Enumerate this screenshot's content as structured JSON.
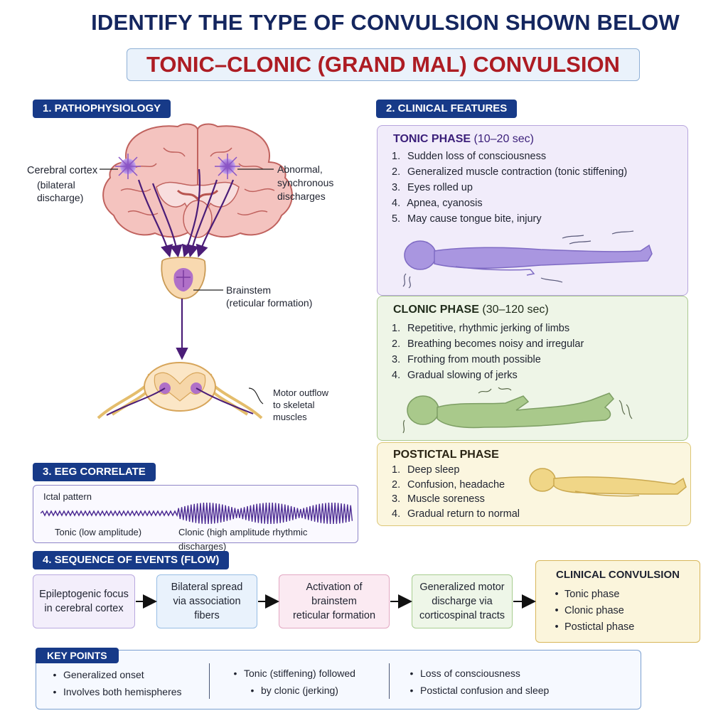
{
  "title": "IDENTIFY THE TYPE OF CONVULSION SHOWN BELOW",
  "subtitle": "TONIC–CLONIC (GRAND MAL) CONVULSION",
  "sections": {
    "pathophysiology": "1. PATHOPHYSIOLOGY",
    "clinical_features": "2. CLINICAL FEATURES",
    "eeg": "3. EEG CORRELATE",
    "sequence": "4. SEQUENCE OF EVENTS (FLOW)",
    "key_points": "KEY POINTS"
  },
  "patho": {
    "cortex_label": "Cerebral cortex",
    "cortex_sub_1": "(bilateral",
    "cortex_sub_2": "discharge)",
    "abnormal_1": "Abnormal,",
    "abnormal_2": "synchronous",
    "abnormal_3": "discharges",
    "brainstem_1": "Brainstem",
    "brainstem_2": "(reticular formation)",
    "motor_1": "Motor outflow",
    "motor_2": "to skeletal",
    "motor_3": "muscles"
  },
  "phases": {
    "tonic": {
      "title": "TONIC PHASE",
      "duration": "(10–20 sec)",
      "items": [
        "Sudden loss of consciousness",
        "Generalized muscle contraction (tonic stiffening)",
        "Eyes rolled up",
        "Apnea, cyanosis",
        "May cause tongue bite, injury"
      ]
    },
    "clonic": {
      "title": "CLONIC PHASE",
      "duration": "(30–120 sec)",
      "items": [
        "Repetitive, rhythmic jerking of limbs",
        "Breathing becomes noisy and irregular",
        "Frothing from mouth possible",
        "Gradual slowing of jerks"
      ]
    },
    "postictal": {
      "title": "POSTICTAL PHASE",
      "items": [
        "Deep sleep",
        "Confusion, headache",
        "Muscle soreness",
        "Gradual return to normal"
      ]
    }
  },
  "eeg": {
    "pattern_label": "Ictal pattern",
    "tonic_label": "Tonic (low amplitude)",
    "clonic_label": "Clonic (high amplitude rhythmic discharges)"
  },
  "flow": {
    "step1": [
      "Epileptogenic focus",
      "in cerebral cortex"
    ],
    "step2": [
      "Bilateral spread",
      "via association",
      "fibers"
    ],
    "step3": [
      "Activation of",
      "brainstem",
      "reticular formation"
    ],
    "step4": [
      "Generalized motor",
      "discharge via",
      "corticospinal tracts"
    ],
    "result_title": "CLINICAL CONVULSION",
    "result_items": [
      "Tonic phase",
      "Clonic phase",
      "Postictal phase"
    ]
  },
  "key_points": {
    "col1": [
      "Generalized onset",
      "Involves both hemispheres"
    ],
    "col2_line1": "Tonic (stiffening) followed",
    "col2_line2": "by clonic (jerking)",
    "col3": [
      "Loss of consciousness",
      "Postictal confusion and sleep"
    ]
  },
  "colors": {
    "navy": "#173a88",
    "title": "#14265f",
    "red": "#ad1c23",
    "purple_arrow": "#4b1d78",
    "tonic_figure": "#a996e0",
    "clonic_figure": "#a9c98b",
    "postictal_figure": "#f0d687"
  }
}
